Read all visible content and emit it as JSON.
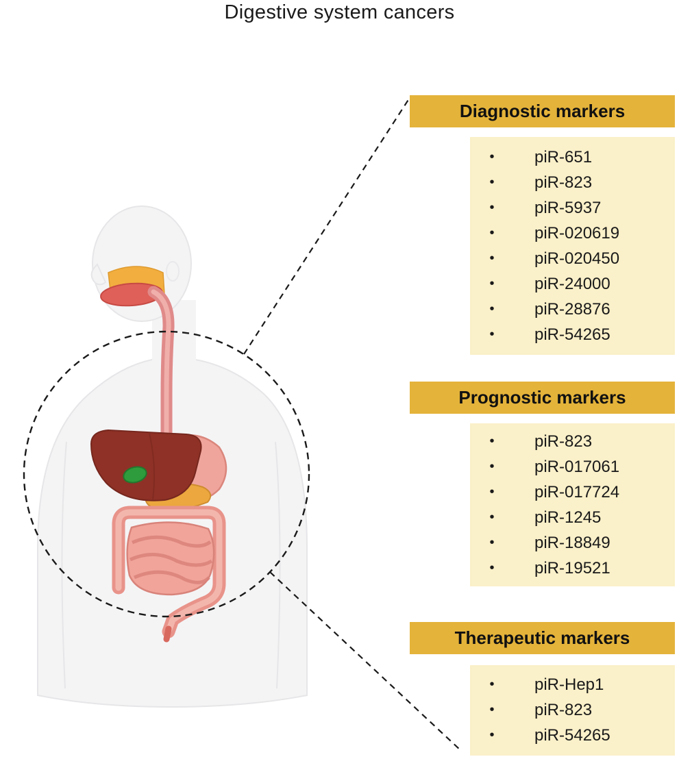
{
  "title": "Digestive system cancers",
  "glyphs": {
    "bullet": "•"
  },
  "colors": {
    "header_bg": "#E4B33A",
    "list_bg": "#FAF0C9",
    "text": "#1a1a1a",
    "dashed_line": "#1a1a1a"
  },
  "illustration": {
    "name": "human-digestive-system-anatomy",
    "annotation": "dashed-circle-highlighting-digestive-organs"
  },
  "panels": [
    {
      "header": "Diagnostic markers",
      "items": [
        "piR-651",
        "piR-823",
        "piR-5937",
        "piR-020619",
        "piR-020450",
        "piR-24000",
        "piR-28876",
        "piR-54265"
      ]
    },
    {
      "header": "Prognostic markers",
      "items": [
        "piR-823",
        "piR-017061",
        "piR-017724",
        "piR-1245",
        "piR-18849",
        "piR-19521"
      ]
    },
    {
      "header": "Therapeutic markers",
      "items": [
        "piR-Hep1",
        "piR-823",
        "piR-54265"
      ]
    }
  ]
}
